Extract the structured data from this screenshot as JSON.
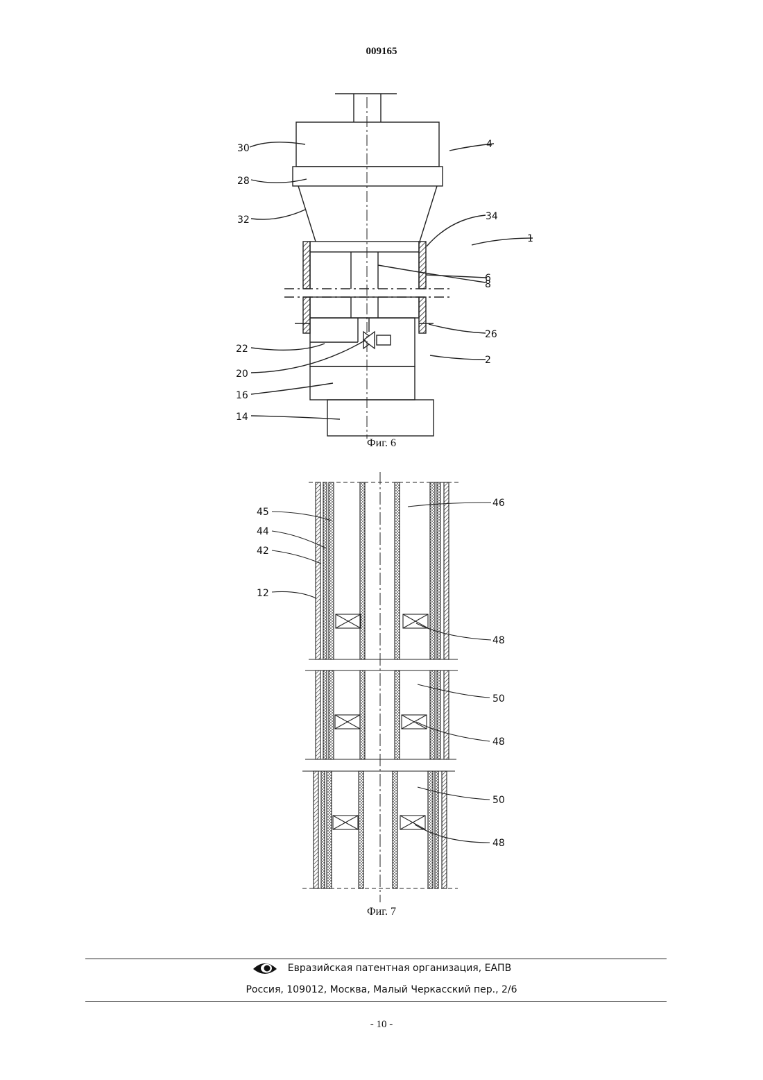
{
  "header": {
    "doc_number": "009165"
  },
  "fig6": {
    "caption": "Фиг. 6",
    "labels": {
      "l30": "30",
      "l28": "28",
      "l32": "32",
      "l4": "4",
      "l34": "34",
      "l1": "1",
      "l8": "8",
      "l6": "6",
      "l26": "26",
      "l22": "22",
      "l2": "2",
      "l20": "20",
      "l16": "16",
      "l14": "14"
    }
  },
  "fig7": {
    "caption": "Фиг. 7",
    "labels": {
      "l45": "45",
      "l44": "44",
      "l42": "42",
      "l12": "12",
      "l46": "46",
      "l48a": "48",
      "l50a": "50",
      "l48b": "48",
      "l50b": "50",
      "l48c": "48"
    }
  },
  "footer": {
    "organization": "Евразийская патентная организация, ЕАПВ",
    "address": "Россия, 109012, Москва, Малый Черкасский пер., 2/6",
    "logo_icon": "eye-logo-icon"
  },
  "page_number": "- 10 -"
}
